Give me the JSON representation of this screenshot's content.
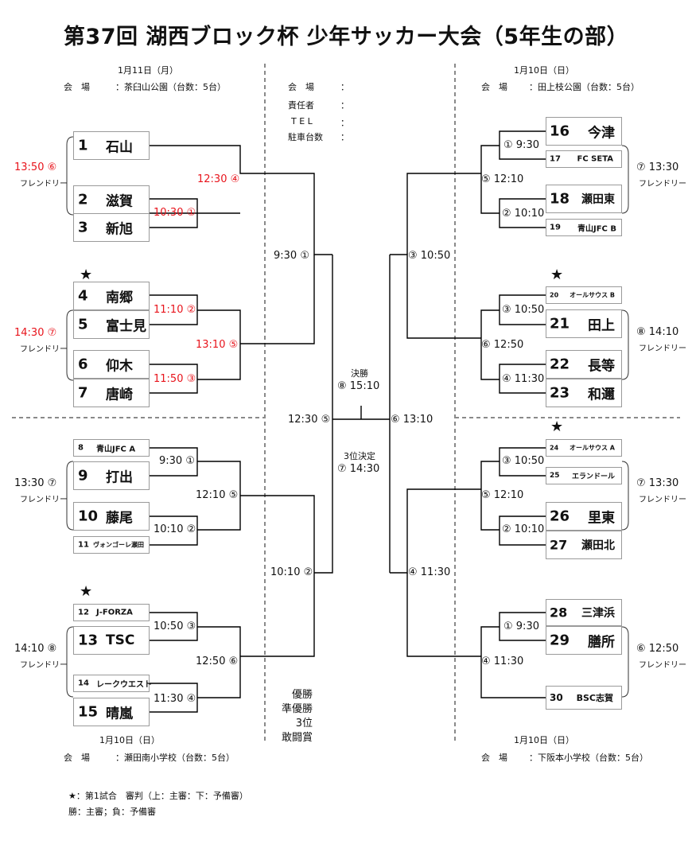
{
  "title": "第37回 湖西ブロック杯 少年サッカー大会（5年生の部）",
  "venues": {
    "top_left": {
      "date": "1月11日（月）",
      "label": "会　場",
      "value": "：茶臼山公園（台数：5台）"
    },
    "top_right": {
      "date": "1月10日（日）",
      "label": "会　場",
      "value": "：田上枝公園（台数：5台）"
    },
    "bottom_left": {
      "date": "1月10日（日）",
      "label": "会　場",
      "value": "：瀬田南小学校（台数：5台）"
    },
    "bottom_right": {
      "date": "1月10日（日）",
      "label": "会　場",
      "value": "：下阪本小学校（台数：5台）"
    }
  },
  "center_info": {
    "rows": [
      {
        "label": "会　場",
        "colon": "："
      },
      {
        "label": "責任者",
        "colon": "："
      },
      {
        "label": "T E L",
        "colon": "："
      },
      {
        "label": "駐車台数",
        "colon": "："
      }
    ]
  },
  "teams_left": [
    {
      "num": "1",
      "name": "石山"
    },
    {
      "num": "2",
      "name": "滋賀"
    },
    {
      "num": "3",
      "name": "新旭"
    },
    {
      "num": "4",
      "name": "南郷"
    },
    {
      "num": "5",
      "name": "富士見"
    },
    {
      "num": "6",
      "name": "仰木"
    },
    {
      "num": "7",
      "name": "唐崎"
    },
    {
      "num": "8",
      "name": "青山JFC A"
    },
    {
      "num": "9",
      "name": "打出"
    },
    {
      "num": "10",
      "name": "藤尾"
    },
    {
      "num": "11",
      "name": "ヴォンゴーレ瀬田"
    },
    {
      "num": "12",
      "name": "J-FORZA"
    },
    {
      "num": "13",
      "name": "TSC"
    },
    {
      "num": "14",
      "name": "レークウエスト"
    },
    {
      "num": "15",
      "name": "晴嵐"
    }
  ],
  "teams_right": [
    {
      "num": "16",
      "name": "今津"
    },
    {
      "num": "17",
      "name": "FC SETA"
    },
    {
      "num": "18",
      "name": "瀬田東"
    },
    {
      "num": "19",
      "name": "青山JFC B"
    },
    {
      "num": "20",
      "name": "オールサウス B"
    },
    {
      "num": "21",
      "name": "田上"
    },
    {
      "num": "22",
      "name": "長等"
    },
    {
      "num": "23",
      "name": "和邇"
    },
    {
      "num": "24",
      "name": "オールサウス A"
    },
    {
      "num": "25",
      "name": "エランドール"
    },
    {
      "num": "26",
      "name": "里東"
    },
    {
      "num": "27",
      "name": "瀬田北"
    },
    {
      "num": "28",
      "name": "三津浜"
    },
    {
      "num": "29",
      "name": "膳所"
    },
    {
      "num": "30",
      "name": "BSC志賀"
    }
  ],
  "star": "★",
  "times_left": {
    "r1_23": "10:30 ①",
    "r2_tl": "12:30 ④",
    "r1_45": "11:10 ②",
    "r1_67": "11:50 ③",
    "r2_ml": "13:10 ⑤",
    "r1_89": "9:30 ①",
    "r2_bl1": "12:10 ⑤",
    "r1_1011": "10:10 ②",
    "r1_1213": "10:50 ③",
    "r2_bl2": "12:50 ⑥",
    "r1_1415": "11:30 ④"
  },
  "times_right": {
    "r1_1617": "① 9:30",
    "r2_tr": "⑤ 12:10",
    "r1_1819": "② 10:10",
    "r1_2021": "③ 10:50",
    "r2_mr": "⑥ 12:50",
    "r1_2223": "④ 11:30",
    "r1_2425": "③ 10:50",
    "r2_br1": "⑤ 12:10",
    "r1_2627": "② 10:10",
    "r1_2829": "① 9:30",
    "r2_br2": "④ 11:30"
  },
  "center_times": {
    "semi_left_top": "9:30 ①",
    "semi_left_bottom": "10:10 ②",
    "semi_right_top": "③ 10:50",
    "semi_right_bottom": "④ 11:30",
    "final_left": "12:30 ⑤",
    "final_right": "⑥ 13:10",
    "final_label": "決勝",
    "final_time": "⑧ 15:10",
    "third_label": "3位決定",
    "third_time": "⑦ 14:30"
  },
  "friendly": {
    "left": [
      {
        "time": "13:50 ⑥",
        "label": "フレンドリー",
        "red": true
      },
      {
        "time": "14:30 ⑦",
        "label": "フレンドリー",
        "red": true
      },
      {
        "time": "13:30 ⑦",
        "label": "フレンドリー",
        "red": false
      },
      {
        "time": "14:10 ⑧",
        "label": "フレンドリー",
        "red": false
      }
    ],
    "right": [
      {
        "time": "⑦ 13:30",
        "label": "フレンドリー"
      },
      {
        "time": "⑧ 14:10",
        "label": "フレンドリー"
      },
      {
        "time": "⑦ 13:30",
        "label": "フレンドリー"
      },
      {
        "time": "⑥ 12:50",
        "label": "フレンドリー"
      }
    ]
  },
  "awards": [
    "優勝",
    "準優勝",
    "3位",
    "敢闘賞"
  ],
  "notes": [
    "★：第1試合　審判（上：主審：下：予備審）",
    "勝：主審；負：予備審"
  ],
  "colors": {
    "red": "#e8141c",
    "line": "#000000",
    "dash": "#888888",
    "box": "#9a9a9a"
  }
}
